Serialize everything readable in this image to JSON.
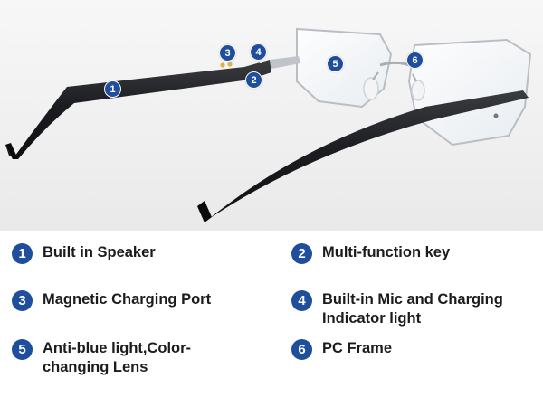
{
  "markers": [
    {
      "num": "1"
    },
    {
      "num": "2"
    },
    {
      "num": "3"
    },
    {
      "num": "4"
    },
    {
      "num": "5"
    },
    {
      "num": "6"
    }
  ],
  "legend": [
    {
      "num": "1",
      "label": "Built in Speaker"
    },
    {
      "num": "2",
      "label": "Multi-function key"
    },
    {
      "num": "3",
      "label": "Magnetic Charging Port"
    },
    {
      "num": "4",
      "label": "Built-in Mic and Charging Indicator light"
    },
    {
      "num": "5",
      "label": "Anti-blue light,Color-changing Lens"
    },
    {
      "num": "6",
      "label": "PC Frame"
    }
  ],
  "colors": {
    "badge": "#1f4e9c",
    "temple": "#1b1c1f",
    "lens_edge": "#b9bec4"
  }
}
